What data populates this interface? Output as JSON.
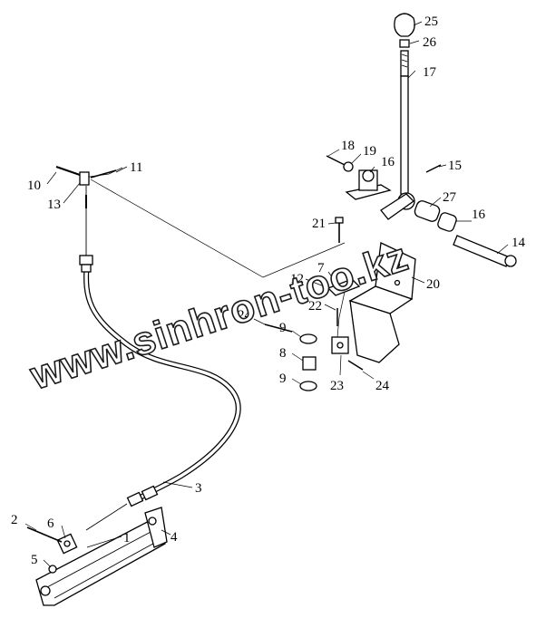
{
  "watermark": "www.sinhron-too.kz",
  "callouts": [
    {
      "id": "c1",
      "text": "1"
    },
    {
      "id": "c2",
      "text": "2"
    },
    {
      "id": "c3",
      "text": "3"
    },
    {
      "id": "c4",
      "text": "4"
    },
    {
      "id": "c5",
      "text": "5"
    },
    {
      "id": "c6",
      "text": "6"
    },
    {
      "id": "c7",
      "text": "7"
    },
    {
      "id": "c8",
      "text": "8"
    },
    {
      "id": "c9a",
      "text": "9"
    },
    {
      "id": "c9b",
      "text": "9"
    },
    {
      "id": "c10",
      "text": "10"
    },
    {
      "id": "c11",
      "text": "11"
    },
    {
      "id": "c12",
      "text": "12"
    },
    {
      "id": "c13",
      "text": "13"
    },
    {
      "id": "c14",
      "text": "14"
    },
    {
      "id": "c15",
      "text": "15"
    },
    {
      "id": "c16a",
      "text": "16"
    },
    {
      "id": "c16b",
      "text": "16"
    },
    {
      "id": "c17",
      "text": "17"
    },
    {
      "id": "c18",
      "text": "18"
    },
    {
      "id": "c19",
      "text": "19"
    },
    {
      "id": "c20",
      "text": "20"
    },
    {
      "id": "c21",
      "text": "21"
    },
    {
      "id": "c22",
      "text": "22"
    },
    {
      "id": "c23",
      "text": "23"
    },
    {
      "id": "c24a",
      "text": "24"
    },
    {
      "id": "c24b",
      "text": "24"
    },
    {
      "id": "c25",
      "text": "25"
    },
    {
      "id": "c26",
      "text": "26"
    },
    {
      "id": "c27",
      "text": "27"
    }
  ]
}
